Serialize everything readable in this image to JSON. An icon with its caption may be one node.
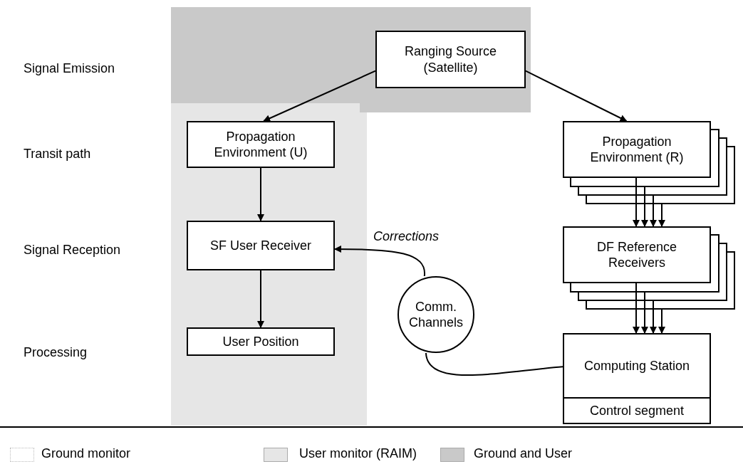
{
  "diagram": {
    "nodes": [
      {
        "text": [
          "Ranging Source (Satellite)"
        ]
      },
      {
        "text": [
          "Propagation Environment (U)"
        ]
      },
      {
        "text": [
          "Propagation Environment (R)"
        ]
      },
      {
        "text": [
          "SF User Receiver"
        ]
      },
      {
        "text": [
          "DF Reference Receivers"
        ]
      },
      {
        "text": [
          "Comm. Channels"
        ]
      },
      {
        "text": [
          "User Position"
        ]
      },
      {
        "text": [
          "Computing Station",
          "Control segment"
        ]
      }
    ],
    "edges": [
      {
        "from": 0,
        "to": 1,
        "arrow": "to"
      },
      {
        "from": 0,
        "to": 2,
        "arrow": "to"
      },
      {
        "from": 1,
        "to": 3,
        "arrow": "to"
      },
      {
        "from": 3,
        "to": 6,
        "arrow": "to"
      },
      {
        "from": 2,
        "to": 4,
        "arrow": "to"
      },
      {
        "from": 2,
        "to": 4,
        "arrow": "to"
      },
      {
        "from": 2,
        "to": 4,
        "arrow": "to"
      },
      {
        "from": 2,
        "to": 4,
        "arrow": "to"
      },
      {
        "from": 4,
        "to": 7,
        "arrow": "to"
      },
      {
        "from": 4,
        "to": 7,
        "arrow": "to"
      },
      {
        "from": 4,
        "to": 7,
        "arrow": "to"
      },
      {
        "from": 4,
        "to": 7,
        "arrow": "to"
      },
      {
        "from": 5,
        "to": 3,
        "arrow": "to",
        "label": "Corrections"
      },
      {
        "from": 7,
        "to": 5,
        "arrow": "none"
      }
    ],
    "labels": [
      "Signal Emission",
      "Transit path",
      "Signal Reception",
      "Processing"
    ],
    "legend": [
      {
        "text": "Ground monitor",
        "color": "#ffffff"
      },
      {
        "text": "User monitor (RAIM)",
        "color": "#e6e6e6"
      },
      {
        "text": "Ground and User",
        "color": "#c9c9c9"
      }
    ]
  }
}
